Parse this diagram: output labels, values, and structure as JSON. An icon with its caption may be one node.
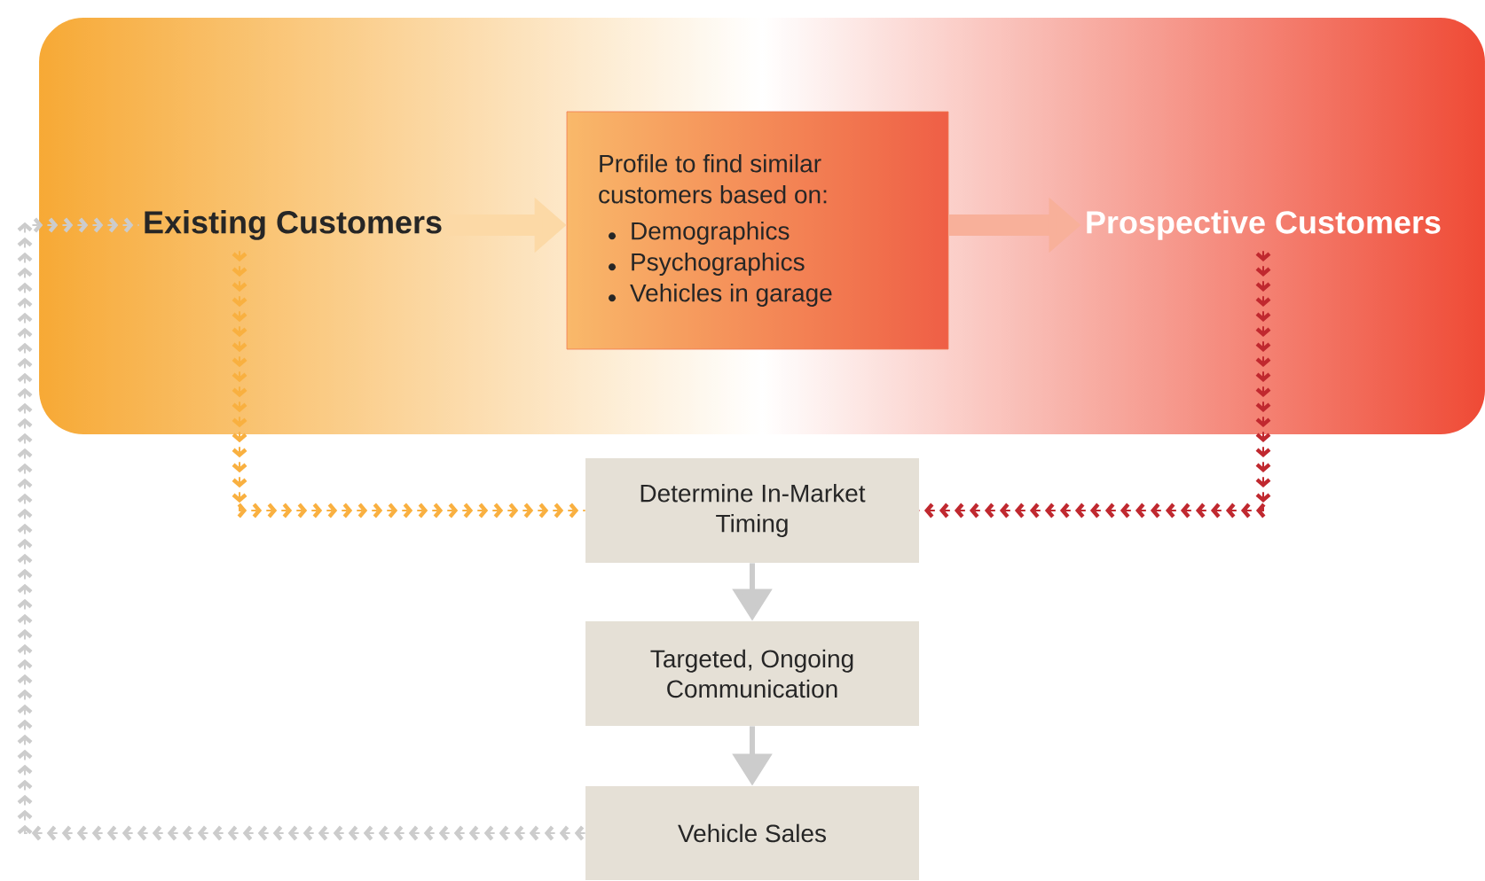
{
  "diagram": {
    "nodes": [
      {
        "text": [
          "Existing Customers"
        ]
      },
      {
        "text": [
          "Profile to find similar customers based on:",
          "Demographics",
          "Psychographics",
          "Vehicles in garage"
        ]
      },
      {
        "text": [
          "Prospective Customers"
        ]
      },
      {
        "text": [
          "Determine In-Market Timing"
        ]
      },
      {
        "text": [
          "Targeted, Ongoing Communication"
        ]
      },
      {
        "text": [
          "Vehicle Sales"
        ]
      }
    ],
    "edges": [
      {
        "from": 0,
        "to": 1,
        "arrow": "to",
        "style": "thick",
        "color": "#fcd9a6"
      },
      {
        "from": 1,
        "to": 2,
        "arrow": "to",
        "style": "thick",
        "color": "#f8b09a"
      },
      {
        "from": 0,
        "to": 3,
        "arrow": "to",
        "style": "dashed",
        "color": "#f9b040"
      },
      {
        "from": 2,
        "to": 3,
        "arrow": "to",
        "style": "dashed",
        "color": "#c0282f"
      },
      {
        "from": 3,
        "to": 4,
        "arrow": "to"
      },
      {
        "from": 4,
        "to": 5,
        "arrow": "to"
      },
      {
        "from": 5,
        "to": 0,
        "arrow": "to",
        "style": "dashed"
      }
    ]
  }
}
